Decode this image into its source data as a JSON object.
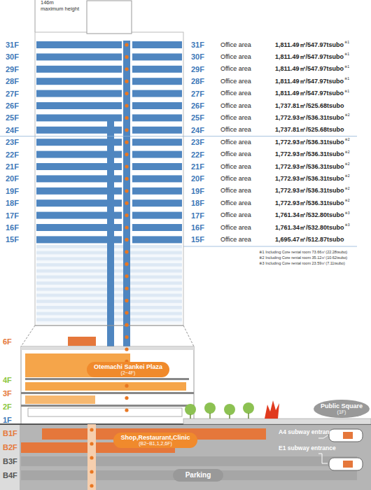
{
  "diagram": {
    "nodes": [
      {
        "text": [
          "Otemachi Sankei Plaza",
          "(2~4F)"
        ]
      },
      {
        "text": [
          "Shop,Restaurant,Clinic",
          "(B2~B1,1,2,6F)"
        ]
      },
      {
        "text": [
          "Parking"
        ]
      },
      {
        "text": [
          "Public Square",
          "(1F)"
        ]
      }
    ],
    "labels": [
      "146m",
      "maximum height",
      "31F",
      "31F",
      "Office area",
      "1,811.49㎡/547.97tsubo",
      "※1",
      "30F",
      "30F",
      "Office area",
      "1,811.49㎡/547.97tsubo",
      "※1",
      "29F",
      "29F",
      "Office area",
      "1,811.49㎡/547.97tsubo",
      "※1",
      "28F",
      "28F",
      "Office area",
      "1,811.49㎡/547.97tsubo",
      "※1",
      "27F",
      "27F",
      "Office area",
      "1,811.49㎡/547.97tsubo",
      "※1",
      "26F",
      "26F",
      "Office area",
      "1,737.81㎡/525.68tsubo",
      "25F",
      "25F",
      "Office area",
      "1,772.93㎡/536.31tsubo",
      "※2",
      "24F",
      "24F",
      "Office area",
      "1,737.81㎡/525.68tsubo",
      "23F",
      "23F",
      "Office area",
      "1,772.93㎡/536.31tsubo",
      "※2",
      "22F",
      "22F",
      "Office area",
      "1,772.93㎡/536.31tsubo",
      "※2",
      "21F",
      "21F",
      "Office area",
      "1,772.93㎡/536.31tsubo",
      "※2",
      "20F",
      "20F",
      "Office area",
      "1,772.93㎡/536.31tsubo",
      "※2",
      "19F",
      "19F",
      "Office area",
      "1,772.93㎡/536.31tsubo",
      "※2",
      "18F",
      "18F",
      "Office area",
      "1,772.93㎡/536.31tsubo",
      "※2",
      "17F",
      "17F",
      "Office area",
      "1,761.34㎡/532.80tsubo",
      "※3",
      "16F",
      "16F",
      "Office area",
      "1,761.34㎡/532.80tsubo",
      "※3",
      "15F",
      "15F",
      "Office area",
      "1,695.47㎡/512.87tsubo",
      "※1 Including Core rental room 73.66㎡(22.28tsubo)",
      "※2 Including Core rental room 35.12㎡(10.62tsubo)",
      "※3 Including Core rental room 23.59㎡(7.11tsubo)",
      "6F",
      "4F",
      "3F",
      "2F",
      "1F",
      "B1F",
      "B2F",
      "B3F",
      "B4F",
      "A4 subway entrance",
      "E1 subway entrance"
    ]
  }
}
